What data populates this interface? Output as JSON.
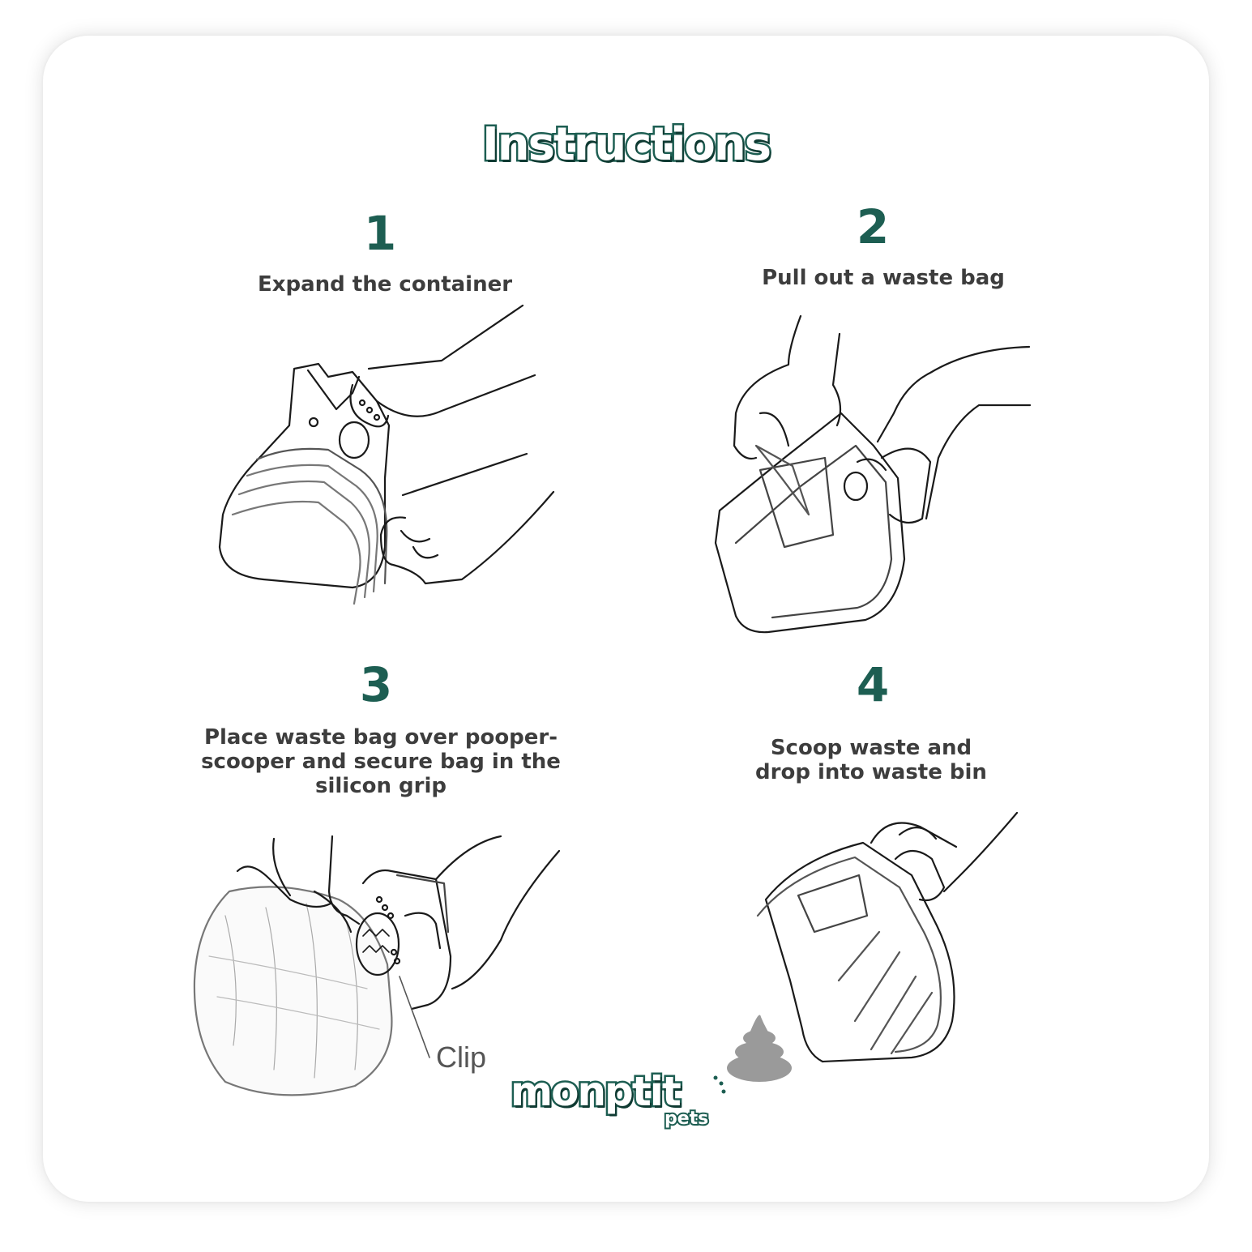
{
  "title": "Instructions",
  "steps": [
    {
      "number": "1",
      "caption": "Expand the container",
      "illustration_icon": "hands-expanding-container-icon"
    },
    {
      "number": "2",
      "caption": "Pull out a waste bag",
      "illustration_icon": "hands-pulling-waste-bag-icon"
    },
    {
      "number": "3",
      "caption": "Place waste bag over pooper-\nscooper and secure bag in the\nsilicon grip",
      "illustration_icon": "hands-securing-bag-clip-icon",
      "callout": "Clip"
    },
    {
      "number": "4",
      "caption": "Scoop waste and\ndrop into waste bin",
      "illustration_icon": "hand-scooping-waste-icon"
    }
  ],
  "brand": {
    "name": "monptit",
    "sub": "pets"
  },
  "colors": {
    "accent": "#1d5e52",
    "text": "#3d3d3d",
    "line": "#1a1a1a",
    "waste": "#9a9a9a"
  }
}
